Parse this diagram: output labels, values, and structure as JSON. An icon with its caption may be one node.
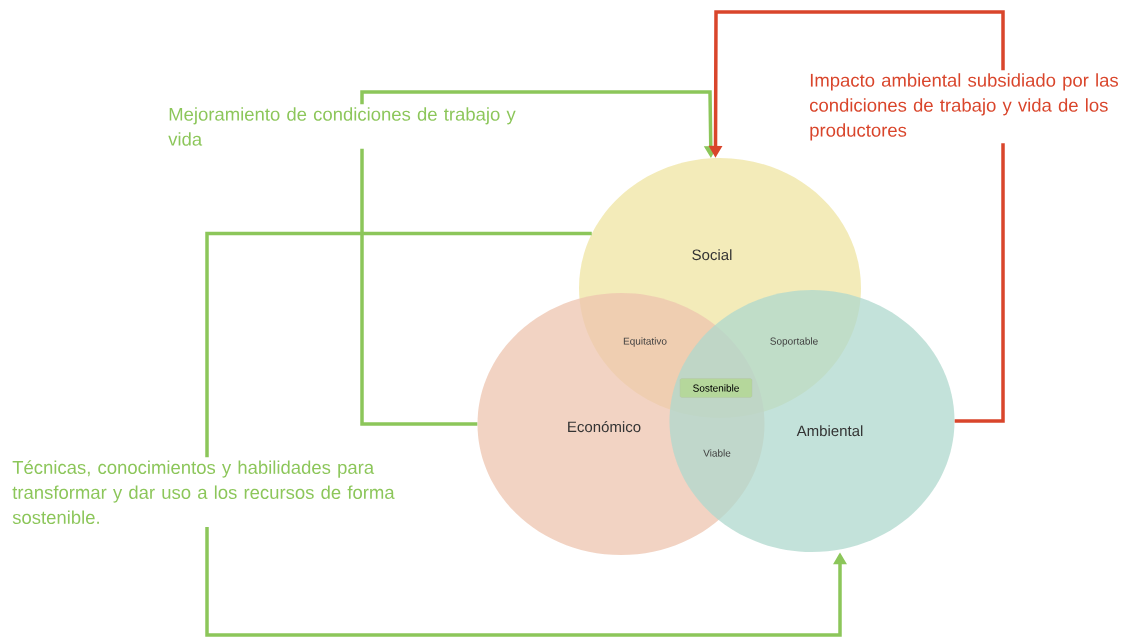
{
  "diagram": {
    "nodes": [
      {
        "text": [
          "Social"
        ]
      },
      {
        "text": [
          "Económico"
        ]
      },
      {
        "text": [
          "Ambiental"
        ]
      },
      {
        "text": [
          "Sostenible"
        ]
      }
    ],
    "edges": [
      {
        "from": 1,
        "to": 0,
        "arrow": "to",
        "label": "Mejoramiento de condiciones de trabajo y vida"
      },
      {
        "from": 0,
        "to": 2,
        "arrow": "to",
        "label": "Técnicas, conocimientos y habilidades para transformar y dar uso a los recursos de forma sostenible."
      },
      {
        "from": 2,
        "to": 0,
        "arrow": "to",
        "label": "Impacto ambiental subsidiado por las condiciones de trabajo y vida de los productores",
        "color": "#d9452b"
      }
    ],
    "labels": [
      "Equitativo",
      "Soportable",
      "Viable"
    ]
  }
}
